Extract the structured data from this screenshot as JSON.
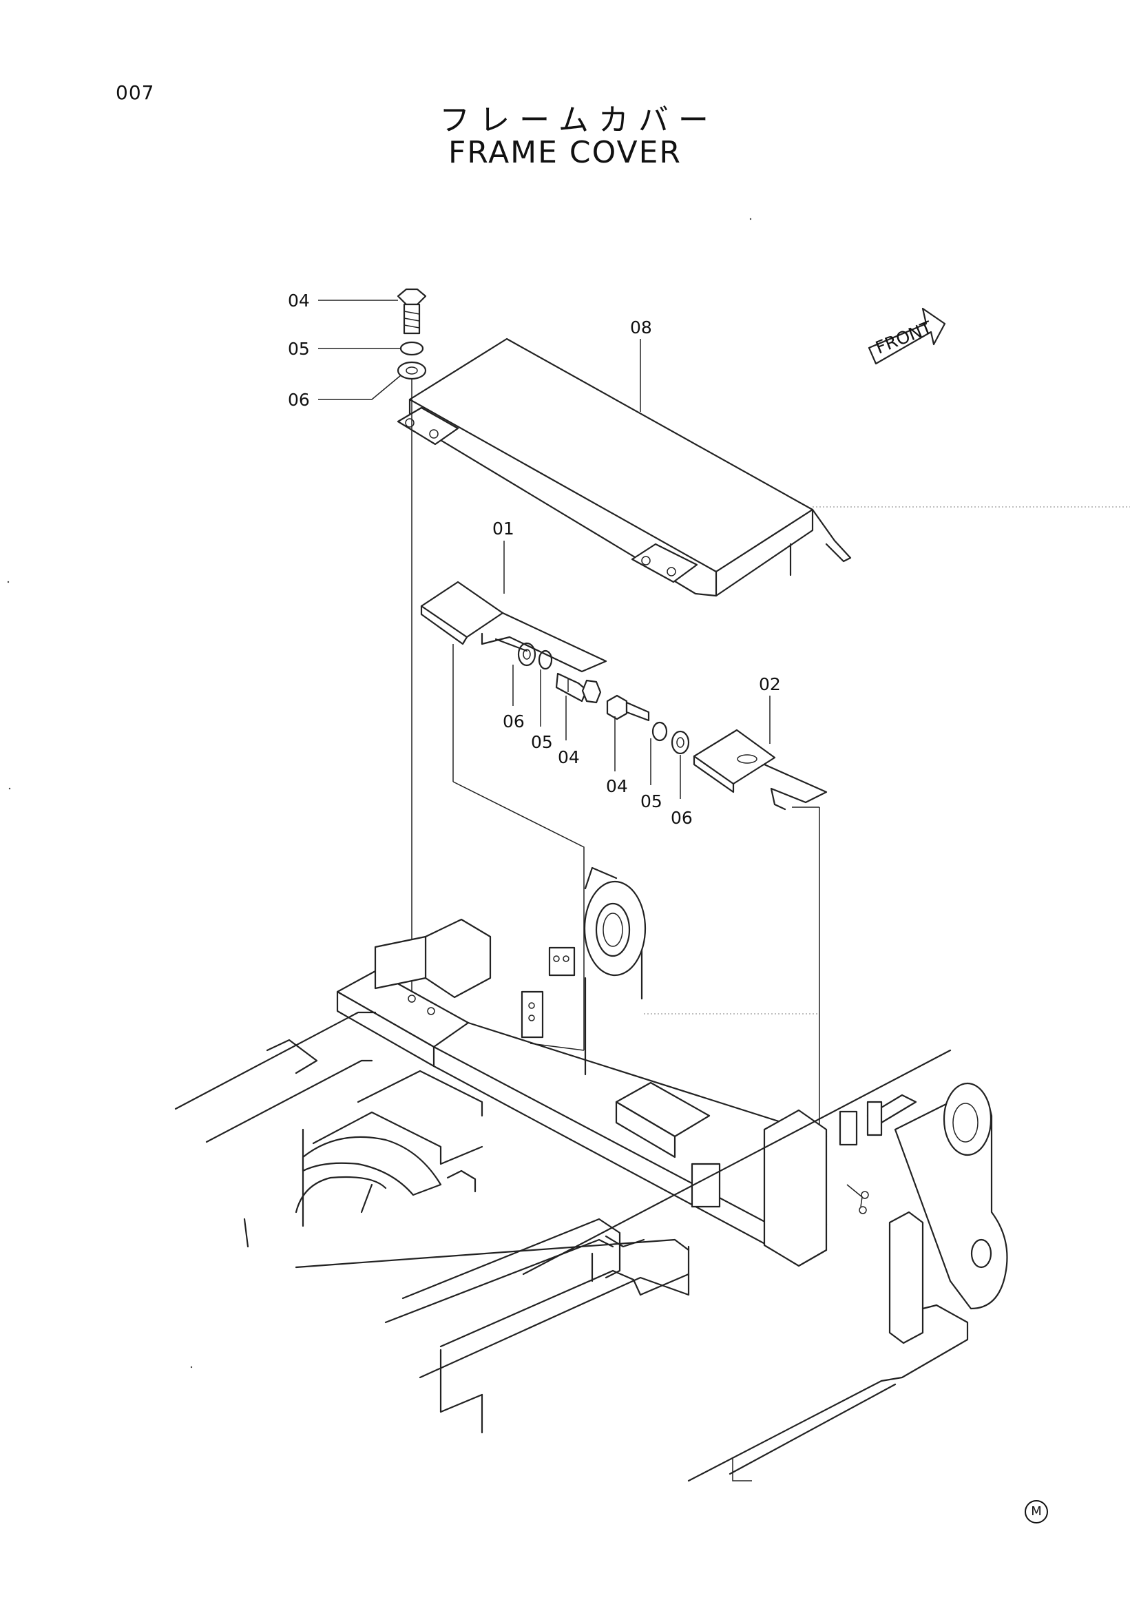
{
  "page_number": "007",
  "title_jp": "フレームカバー",
  "title_en": "FRAME COVER",
  "front_marker": "FRONT",
  "corner_mark": "M",
  "callouts": {
    "c04_top": "04",
    "c05_top": "05",
    "c06_top": "06",
    "c08": "08",
    "c01": "01",
    "c02": "02",
    "c06_left": "06",
    "c05_left": "05",
    "c04_left": "04",
    "c04_right": "04",
    "c05_right": "05",
    "c06_right": "06"
  }
}
